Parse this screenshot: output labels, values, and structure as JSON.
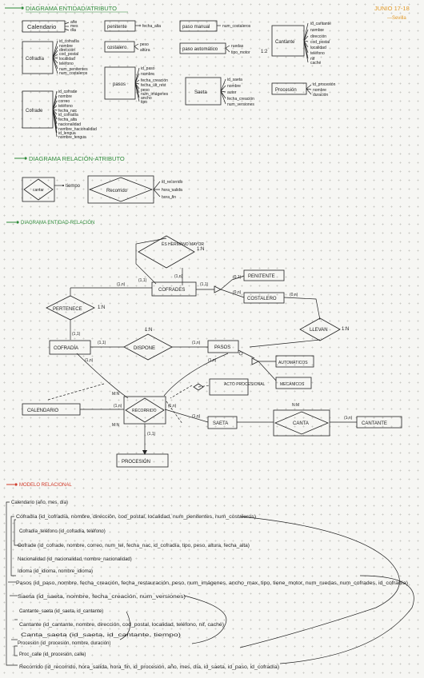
{
  "header": {
    "date": "JUNIO 17-18",
    "author": "—Sevilla"
  },
  "sections": {
    "entity_attribute": "DIAGRAMA ENTIDAD/ATRIBUTO",
    "relation_attribute": "DIAGRAMA RELACIÓN-ATRIBUTO",
    "entity_relation": "DIAGRAMA ENTIDAD-RELACIÓN",
    "relational_model": "MODELO RELACIONAL"
  },
  "entity_attribute": {
    "calendario": {
      "name": "Calendario",
      "attrs": [
        "año",
        "mes",
        "día"
      ]
    },
    "penitente": {
      "name": "penitente",
      "attrs": [
        "fecha_alta"
      ]
    },
    "paso_manual": {
      "name": "paso manual",
      "attrs": [
        "num_costaleros"
      ]
    },
    "cantante": {
      "name": "Cantante",
      "attrs": [
        "id_cantante",
        "nombre",
        "dirección",
        "cod_postal",
        "localidad",
        "teléfono",
        "nif",
        "caché"
      ]
    },
    "cofradia": {
      "name": "Cofradía",
      "attrs": [
        "id_cofradía",
        "nombre",
        "dirección",
        "cod_postal",
        "localidad",
        "teléfono",
        "num_penitentes",
        "num_costaleros"
      ]
    },
    "costalero": {
      "name": "costalero",
      "attrs": [
        "peso",
        "altura"
      ]
    },
    "paso_automatico": {
      "name": "paso automático",
      "attrs": [
        "ruedas",
        "tipo_motor"
      ],
      "note": "1:2"
    },
    "pasos": {
      "name": "pasos",
      "attrs": [
        "id_paso",
        "nombre",
        "fecha_creación",
        "fecha_ult_rest",
        "peso",
        "num_imágenes",
        "ancho",
        "tipo"
      ]
    },
    "saeta": {
      "name": "Saeta",
      "attrs": [
        "id_saeta",
        "nombre",
        "autor",
        "fecha_creación",
        "num_versiones"
      ]
    },
    "procesion": {
      "name": "Procesión",
      "attrs": [
        "id_procesión",
        "nombre",
        "duración"
      ]
    },
    "cofrade": {
      "name": "Cofrade",
      "attrs": [
        "id_cofrade",
        "nombre",
        "correo",
        "teléfono",
        "fecha_nac",
        "id_cofradía",
        "fecha_alta",
        "nacionalidad",
        "nombre_nacionalidad",
        "id_lengua",
        "nombre_lengua"
      ]
    }
  },
  "relation_attribute": {
    "cantar": {
      "name": "cantar",
      "attrs": [
        "tiempo"
      ]
    },
    "recorrido": {
      "name": "Recorrido",
      "attrs": [
        "id_recorrido",
        "hora_salida",
        "hora_fin"
      ]
    }
  },
  "er": {
    "es_hermano_mayor": "ES HERMANO MAYOR",
    "cofrades": "COFRADES",
    "penitente": "PENITENTE",
    "costalero": "COSTALERO",
    "pertenece": "PERTENECE",
    "cofradia": "COFRADÍA",
    "dispone": "DISPONE",
    "pasos": "PASOS",
    "llevan": "LLEVAN",
    "automaticos": "AUTOMÁTICOS",
    "acto_procesional": "ACTO PROCESIONAL",
    "mecanicos": "MECÁNICOS",
    "calendario": "CALENDARIO",
    "recorrido": "RECORRIDO",
    "saeta": "SAETA",
    "canta": "CANTA",
    "cantante": "CANTANTE",
    "procesion": "PROCESIÓN",
    "card": {
      "hermano": "1:N",
      "hm_left": "(1,1)",
      "hm_right": "(1,n)",
      "cof_left": "(1,n)",
      "cof_right": "(1,1)",
      "pen": "(0,1)",
      "cos": "(0,n)",
      "pert": "1:N",
      "pert_bottom": "(1,1)",
      "disp": "1:N",
      "disp_left": "(1,1)",
      "disp_right": "(1,n)",
      "llev": "1:N",
      "pasos_bottom": "(1,n)",
      "cofradia_bottom": "(1,n)",
      "mn1": "M:N",
      "mn2": "M:N",
      "nm": "N:M",
      "rec_left": "(1,n)",
      "rec_right": "(1,n)",
      "saeta_left": "(1,n)",
      "canta_right": "(1,n)",
      "rec_bottom": "(1,1)",
      "llev_right": "(0,n)"
    }
  },
  "relational": [
    "Calendario (año, mes, día)",
    "Cofradía (id_cofradía, nombre, dirección, cod_postal, localidad, num_penitentes, num_costaleros)",
    "Cofradía_teléfono (id_cofradía, teléfono)",
    "Cofrade (id_cofrade, nombre, correo, num_tel, fecha_nac, id_cofradía, tipo, peso, altura, fecha_alta)",
    "Nacionalidad (id_nacionalidad, nombre_nacionalidad)",
    "Idioma (id_idioma, nombre_idioma)",
    "Pasos (id_paso, nombre, fecha_creación, fecha_restauración, peso, num_imágenes, ancho_max, tipo, tiene_motor, num_ruedas, num_cofrades, id_cofradía)",
    "Saeta (id_saeta, nombre, fecha_creación, num_versiones)",
    "Cantante_saeta (id_saeta, id_cantante)",
    "Cantante (id_cantante, nombre, dirección, cod_postal, localidad, teléfono, nif, caché)",
    "Canta_saeta (id_saeta, id_cantante, tiempo)",
    "Procesión (id_procesión, nombre, duración)",
    "Proc_calle (id_procesión, calle)",
    "Recorrido (id_recorrido, hora_salida, hora_fin, id_procesión, año, mes, día, id_saeta, id_paso, id_cofradía)"
  ],
  "colors": {
    "green": "#2e8b3a",
    "red": "#d03a2a",
    "orange": "#e19a2a",
    "ink": "#222222"
  }
}
